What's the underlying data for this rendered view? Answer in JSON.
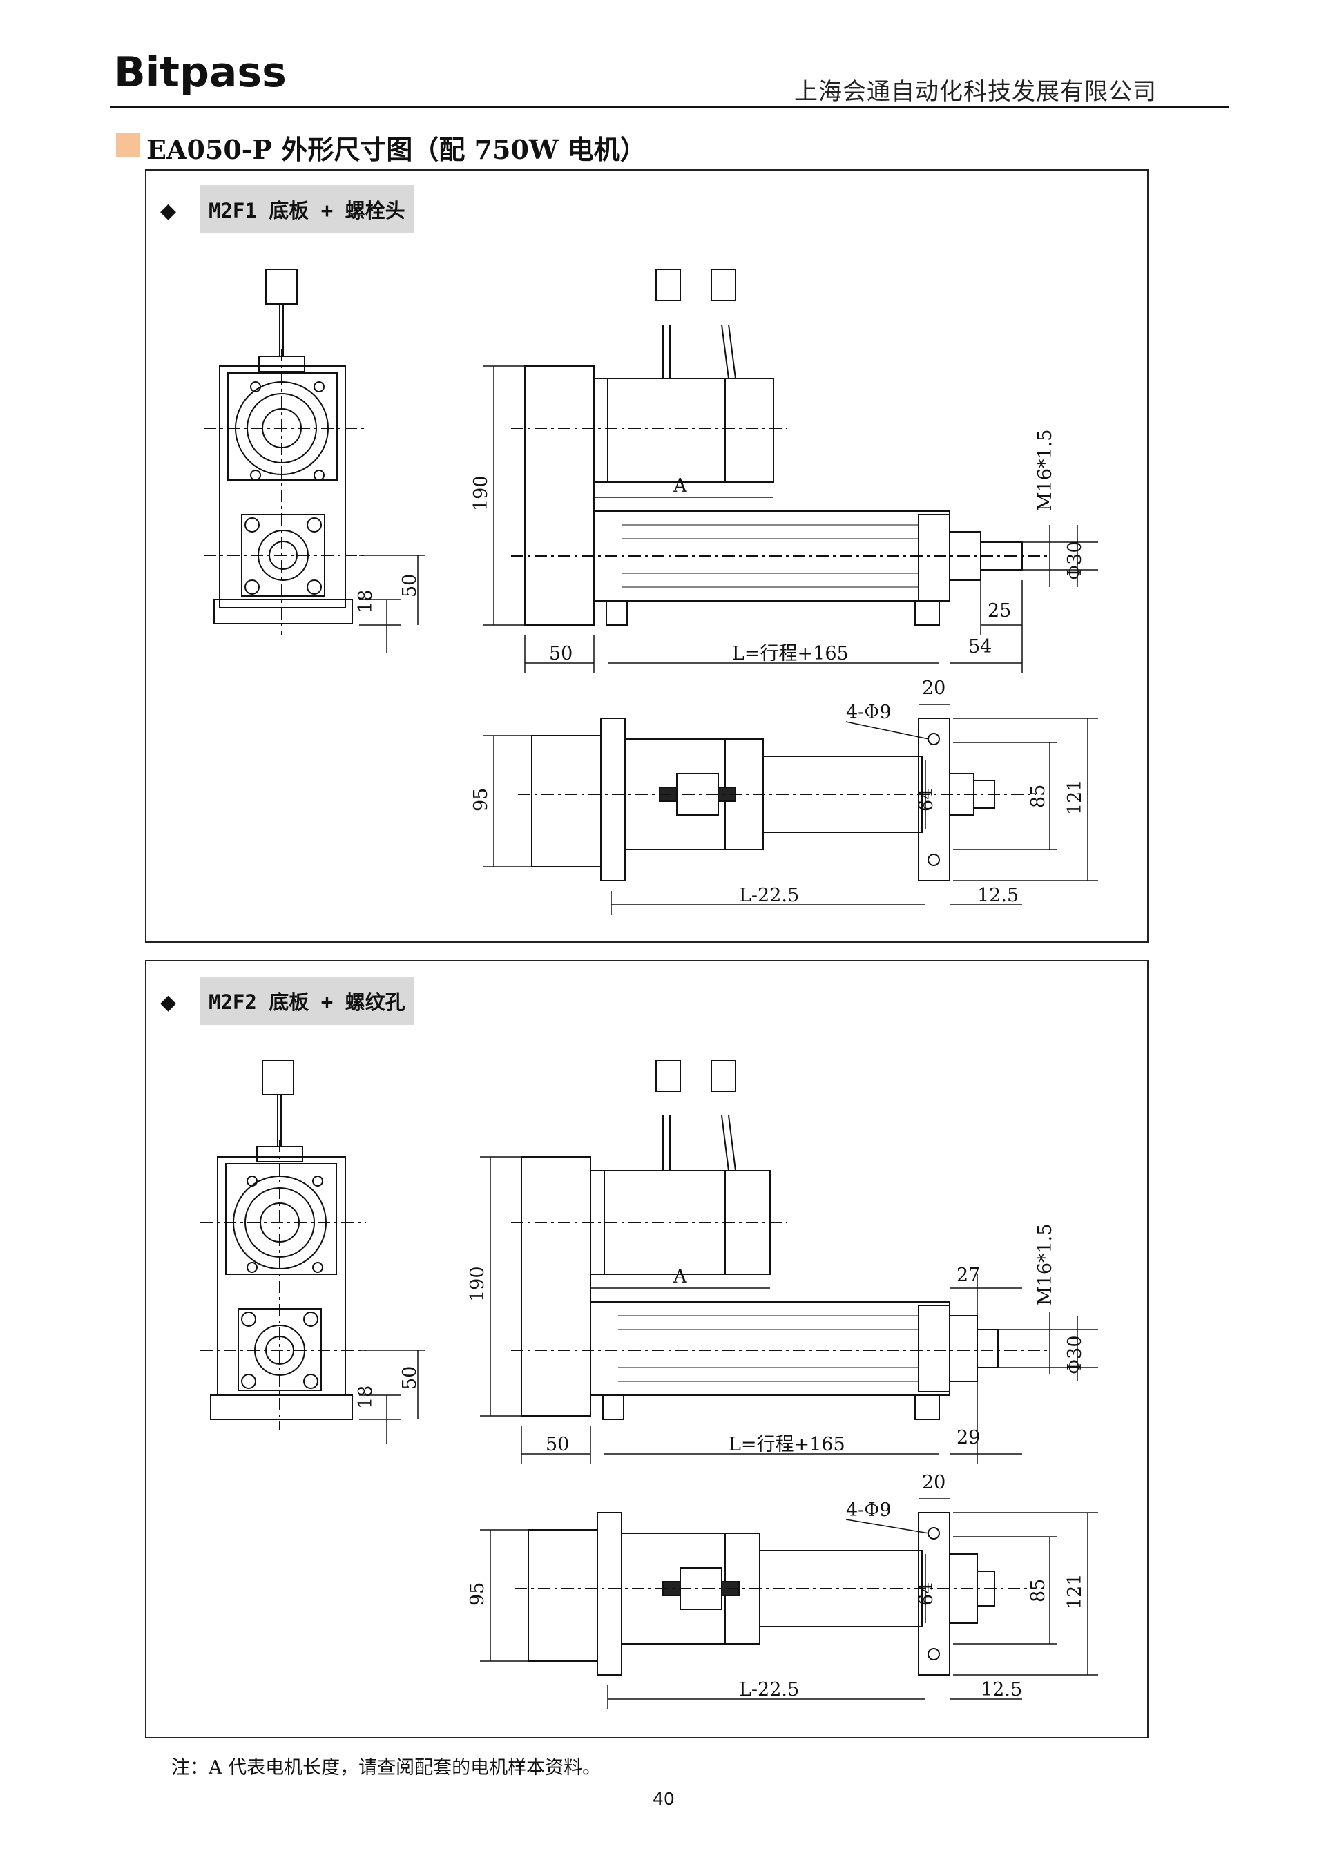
{
  "header": {
    "brand": "Bitpass",
    "company": "上海会通自动化科技发展有限公司"
  },
  "title": "EA050-P 外形尺寸图（配 750W 电机）",
  "colors": {
    "accent": "#f7c295",
    "label_bg": "#d9d9d9",
    "line": "#111111"
  },
  "sections": [
    {
      "bullet": "◆",
      "label": "M2F1 底板 + 螺栓头",
      "dims": {
        "base_height": "18",
        "axis_height": "50",
        "height": "190",
        "motor_length": "A",
        "thread": "M16*1.5",
        "rod_diameter": "Φ30",
        "rod_end": "25",
        "flange_offset": "50",
        "length": "L=行程+165",
        "tail": "54",
        "hole_spacing": "20",
        "holes": "4-Φ9",
        "width": "95",
        "body_width": "64",
        "hole_pitch": "85",
        "overall_width": "121",
        "plan_length": "L-22.5",
        "plan_tail": "12.5"
      }
    },
    {
      "bullet": "◆",
      "label": "M2F2 底板 + 螺纹孔",
      "dims": {
        "base_height": "18",
        "axis_height": "50",
        "height": "190",
        "motor_length": "A",
        "thread": "M16*1.5",
        "thread_depth": "27",
        "rod_diameter": "Φ30",
        "flange_offset": "50",
        "length": "L=行程+165",
        "tail": "29",
        "hole_spacing": "20",
        "holes": "4-Φ9",
        "width": "95",
        "body_width": "64",
        "hole_pitch": "85",
        "overall_width": "121",
        "plan_length": "L-22.5",
        "plan_tail": "12.5"
      }
    }
  ],
  "note": "注：A 代表电机长度，请查阅配套的电机样本资料。",
  "page_number": "40"
}
